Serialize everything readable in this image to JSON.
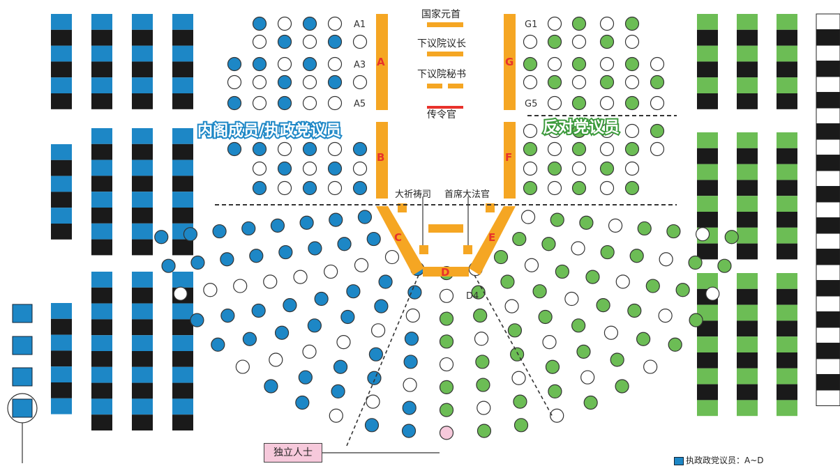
{
  "officials": {
    "head_of_state": "国家元首",
    "speaker": "下议院议长",
    "clerk": "下议院秘书",
    "serjeant": "传令官",
    "chaplain": "大祈祷司",
    "chief_justice": "首席大法官"
  },
  "parties": {
    "government": "内阁成员/执政党议员",
    "opposition": "反对党议员",
    "independent": "独立人士"
  },
  "blocks": [
    "A",
    "B",
    "C",
    "D",
    "E",
    "F",
    "G"
  ],
  "seat_labels": [
    "A1",
    "A3",
    "A5",
    "G1",
    "G5",
    "D4"
  ],
  "legend": {
    "government_entry": "执政政党议员：A~D"
  },
  "colors": {
    "government": "#1d87c6",
    "opposition": "#6cbd55",
    "empty": "#ffffff",
    "table": "#f5a623",
    "bench": "#1a1a1a",
    "block_letter": "#e8322b",
    "independent": "#f6c9db"
  }
}
